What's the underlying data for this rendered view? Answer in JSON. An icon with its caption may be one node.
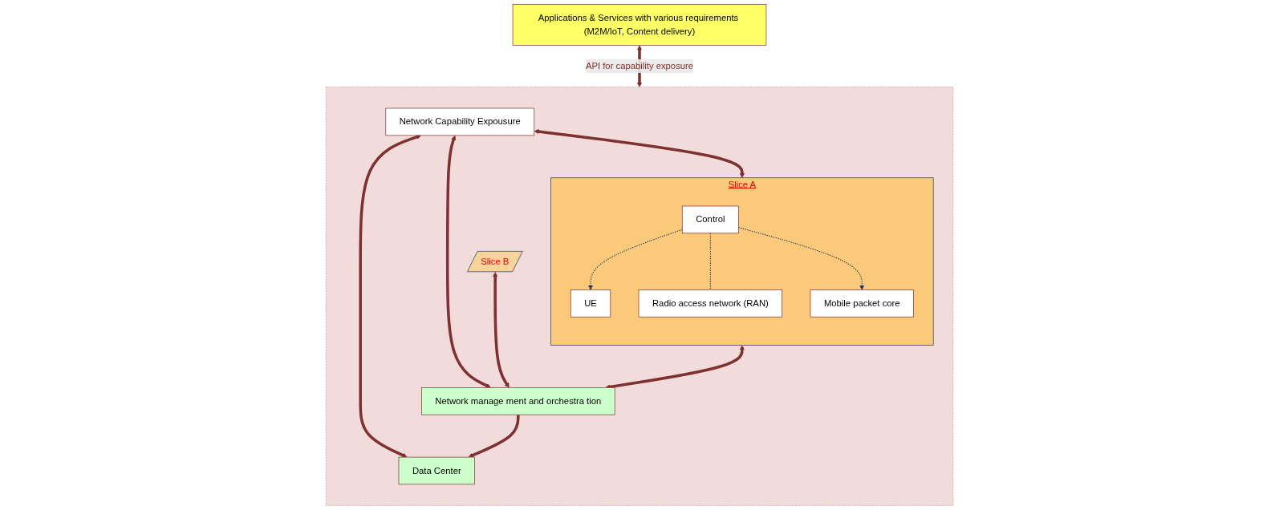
{
  "diagram": {
    "nodes": [
      {
        "text": [
          "Applications & Services with various requirements (M2M/IoT, Content delivery)"
        ]
      },
      {
        "text": [],
        "shape": "box"
      },
      {
        "text": [
          "Network Capability Expousure"
        ],
        "in": 1
      },
      {
        "text": [
          "Slice A"
        ],
        "in": 1
      },
      {
        "text": [
          "Slice B"
        ],
        "in": 1
      },
      {
        "text": [
          "Control"
        ],
        "in": 3
      },
      {
        "text": [
          "UE"
        ],
        "in": 3
      },
      {
        "text": [
          "Radio access network (RAN)"
        ],
        "in": 3
      },
      {
        "text": [
          "Mobile packet core"
        ],
        "in": 3
      },
      {
        "text": [
          "Network manage ment and orchestra tion"
        ],
        "in": 1
      },
      {
        "text": [
          "Data Center"
        ],
        "in": 1
      }
    ],
    "edges": [
      {
        "from": 0,
        "to": 1,
        "arrow": "both",
        "label": "API for capability exposure"
      },
      {
        "from": 2,
        "to": 3,
        "arrow": "both"
      },
      {
        "from": 2,
        "to": 9,
        "arrow": "both"
      },
      {
        "from": 2,
        "to": 10,
        "arrow": "both"
      },
      {
        "from": 3,
        "to": 9,
        "arrow": "both"
      },
      {
        "from": 4,
        "to": 9,
        "arrow": "both"
      },
      {
        "from": 9,
        "to": 10,
        "arrow": "to"
      },
      {
        "from": 5,
        "to": 6,
        "arrow": "to",
        "style": "dashed",
        "color": "#1f3864"
      },
      {
        "from": 5,
        "to": 7,
        "arrow": "none",
        "style": "dashed",
        "color": "#1f3864"
      },
      {
        "from": 5,
        "to": 8,
        "arrow": "to",
        "style": "dashed",
        "color": "#1f3864"
      }
    ]
  }
}
